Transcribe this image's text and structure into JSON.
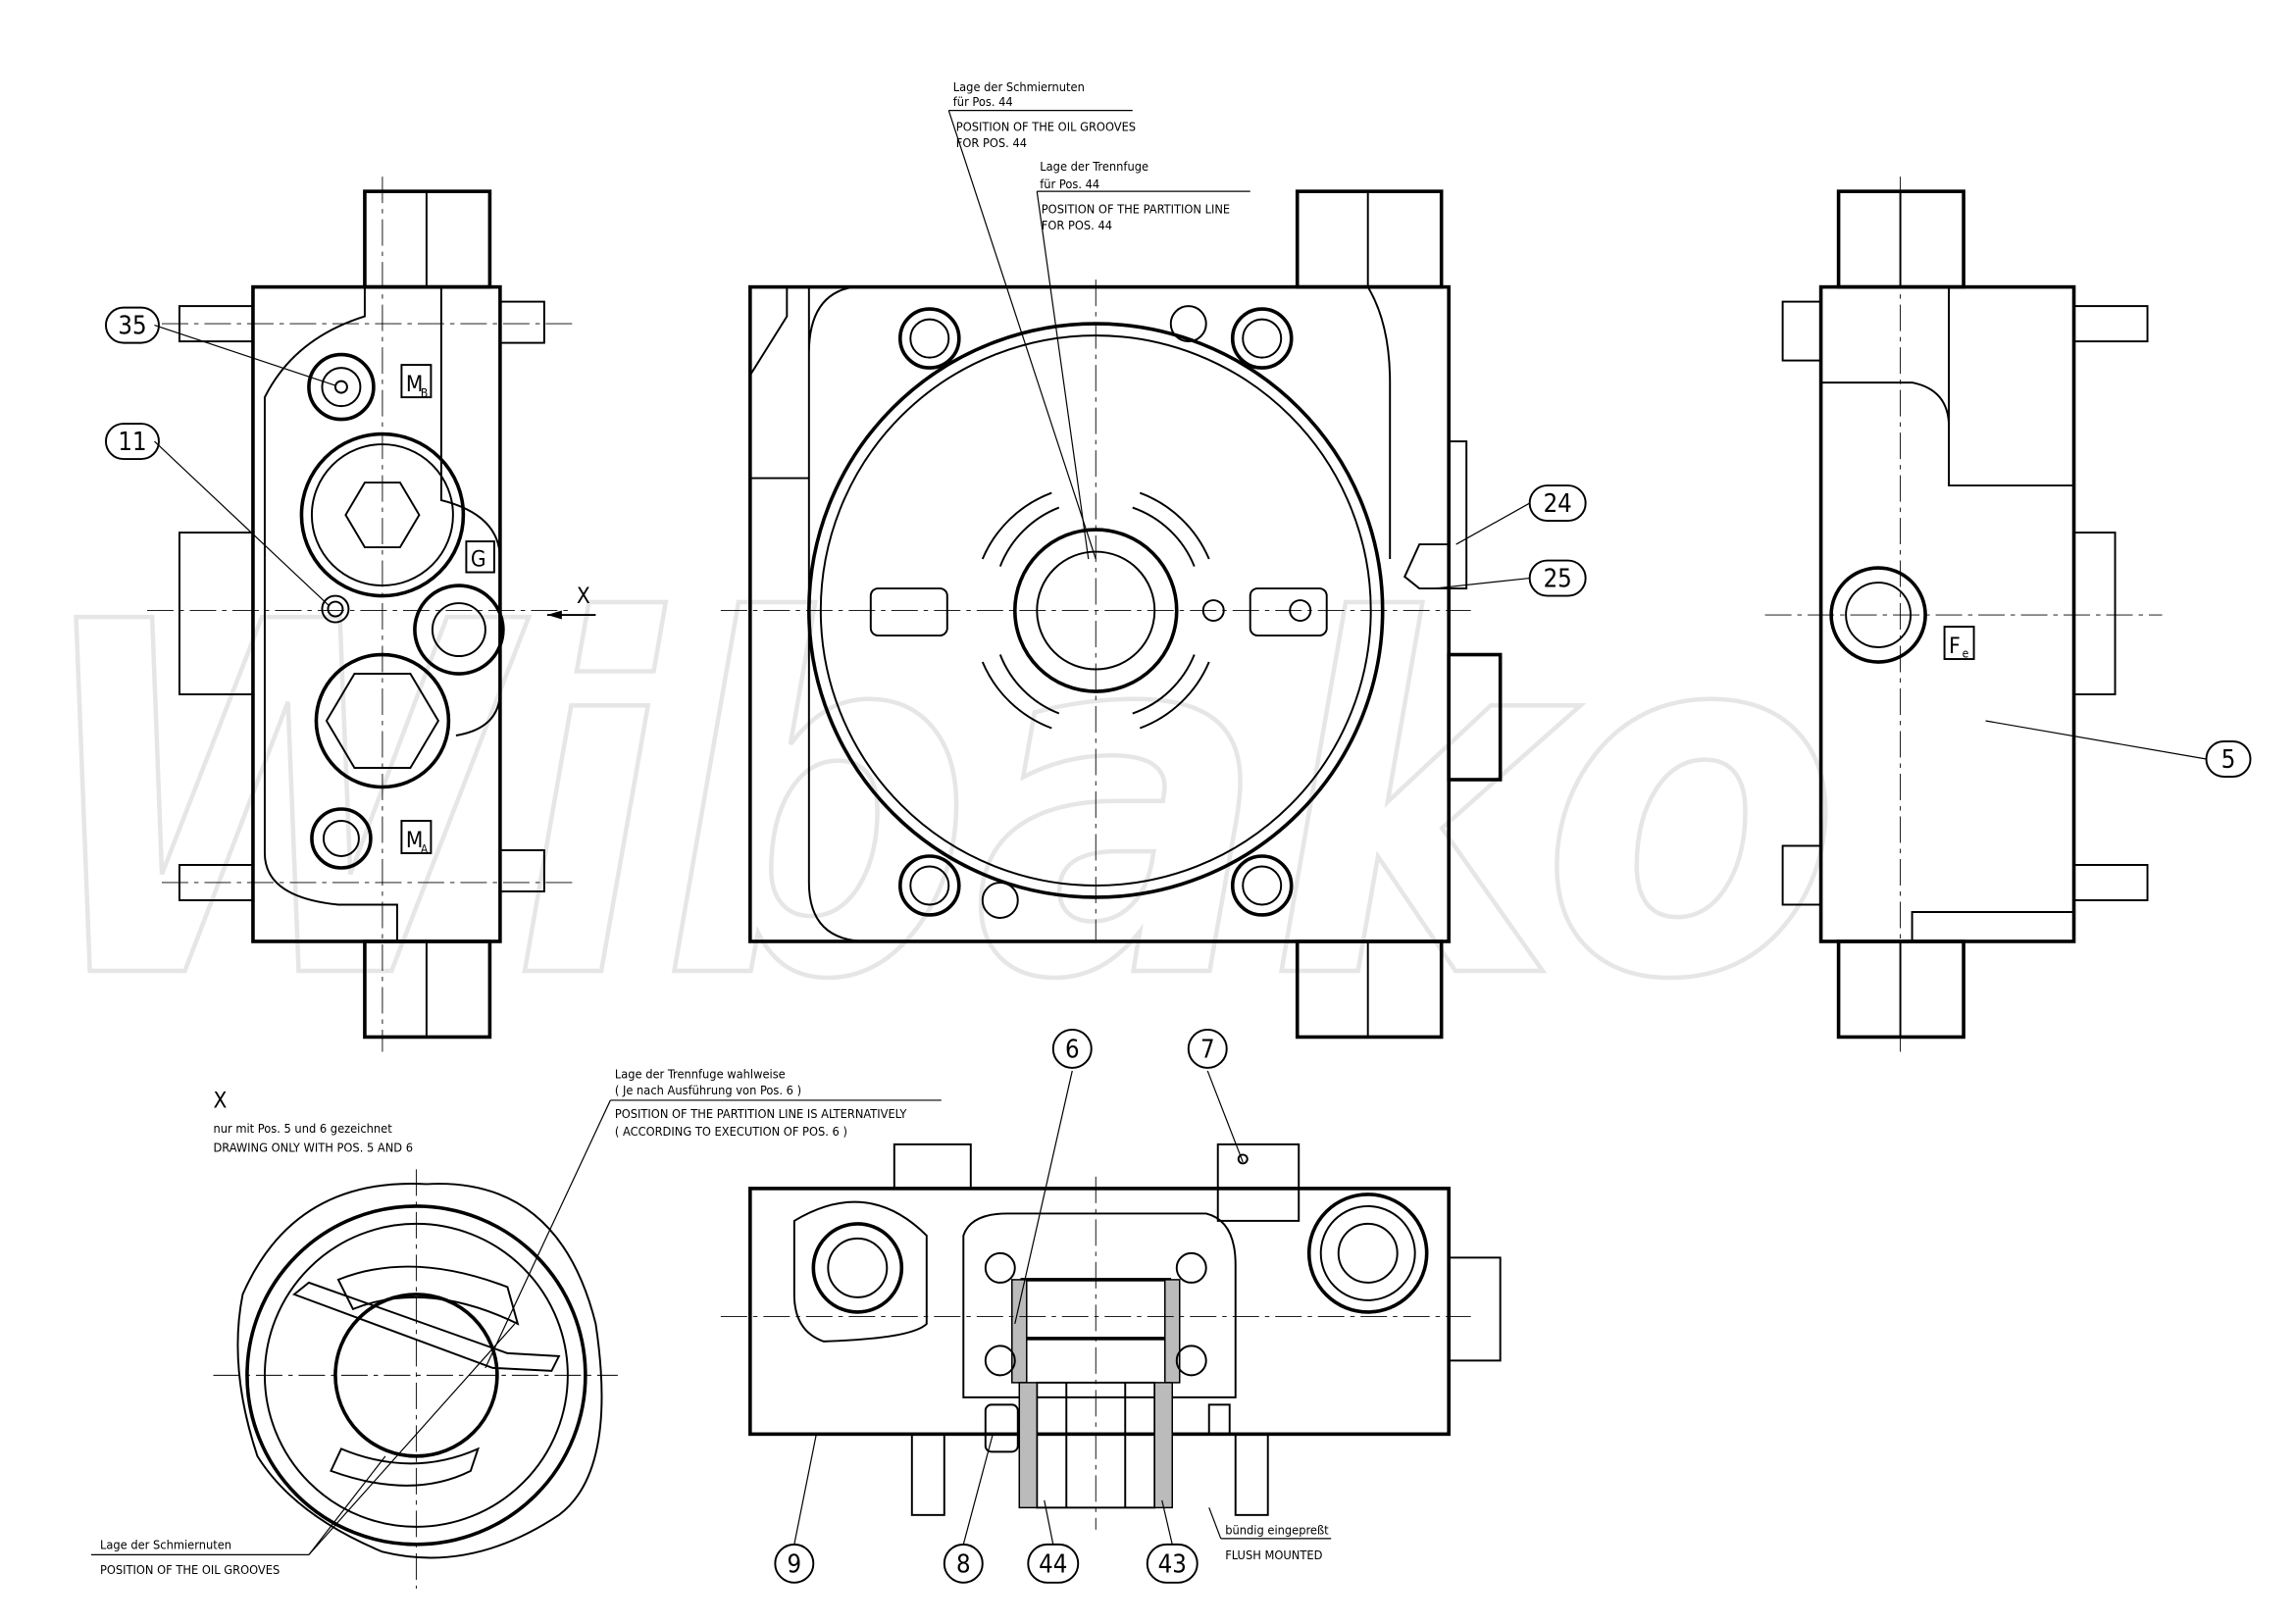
{
  "watermark": "Wibako",
  "callouts": {
    "c35": "35",
    "c11": "11",
    "c24": "24",
    "c25": "25",
    "c5": "5",
    "c6": "6",
    "c7": "7",
    "c9": "9",
    "c8": "8",
    "c44": "44",
    "c43": "43"
  },
  "port_labels": {
    "mb": "M",
    "mb_sub": "B",
    "ma": "M",
    "ma_sub": "A",
    "g": "G",
    "fe": "F",
    "fe_sub": "e"
  },
  "view_arrow_label": "X",
  "notes": {
    "oil_grooves_de_1": "Lage der Schmiernuten",
    "oil_grooves_de_2": "für Pos. 44",
    "oil_grooves_en_1": "POSITION OF THE OIL GROOVES",
    "oil_grooves_en_2": "FOR POS. 44",
    "partition_de_1": "Lage der Trennfuge",
    "partition_de_2": "für Pos. 44",
    "partition_en_1": "POSITION OF THE PARTITION LINE",
    "partition_en_2": "FOR POS. 44",
    "view_x_title": "X",
    "view_x_de": "nur mit Pos. 5 und 6 gezeichnet",
    "view_x_en": "DRAWING ONLY WITH POS. 5 AND 6",
    "alt_partition_de_1": "Lage der Trennfuge wahlweise",
    "alt_partition_de_2": "( Je nach Ausführung von Pos. 6 )",
    "alt_partition_en_1": "POSITION OF THE PARTITION LINE IS ALTERNATIVELY",
    "alt_partition_en_2": "( ACCORDING TO EXECUTION OF POS. 6 )",
    "grooves_bottom_de": "Lage der Schmiernuten",
    "grooves_bottom_en": "POSITION OF THE OIL GROOVES",
    "flush_de": "bündig eingepreßt",
    "flush_en": "FLUSH MOUNTED"
  }
}
